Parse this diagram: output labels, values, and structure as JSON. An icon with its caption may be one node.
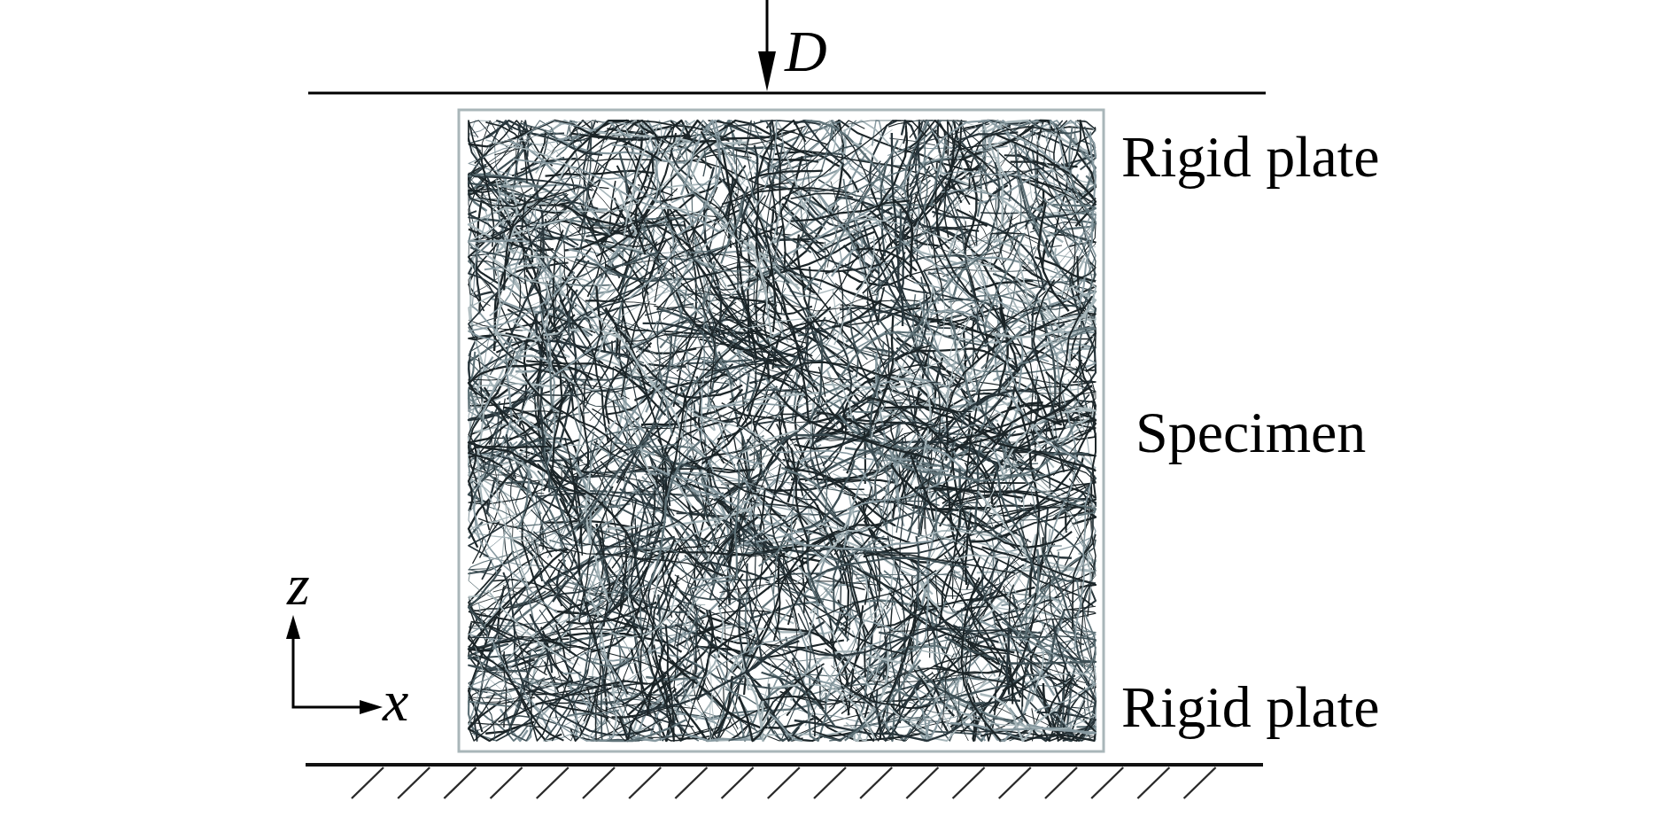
{
  "diagram": {
    "labels": [
      "D",
      "Rigid plate",
      "Specimen",
      "z",
      "x",
      "Rigid plate"
    ]
  }
}
